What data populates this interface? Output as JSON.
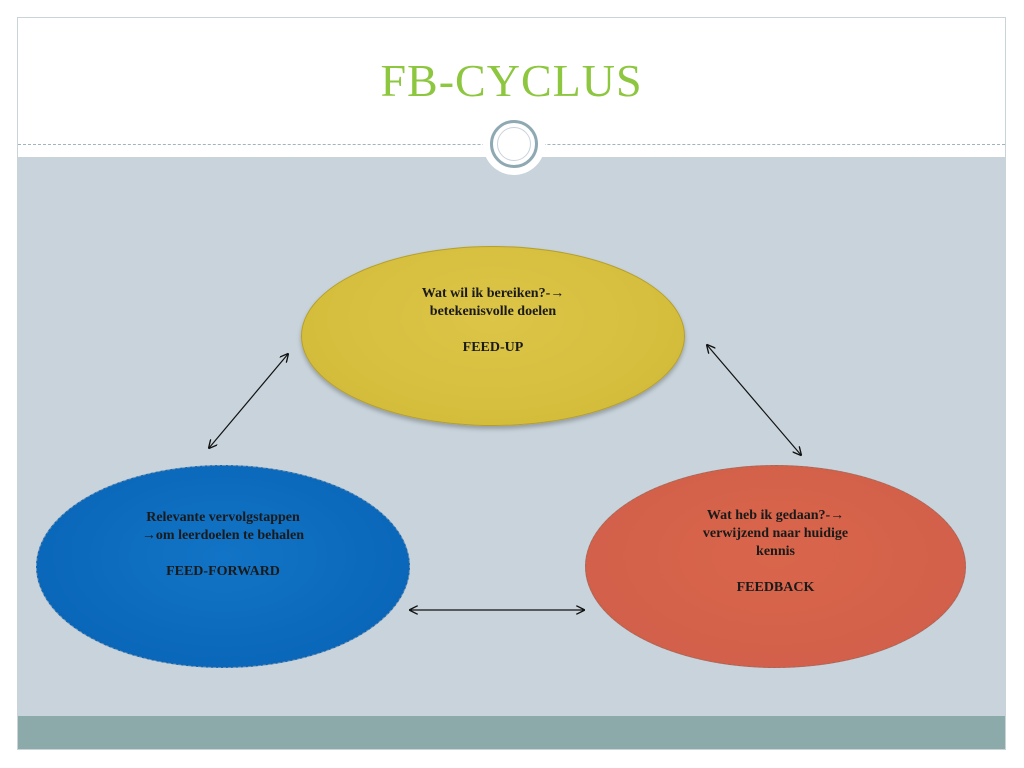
{
  "slide": {
    "title": "FB-CYCLUS",
    "title_color": "#8dc63f",
    "content_bg": "#c8d3db",
    "footer_bg": "#8daaaa"
  },
  "nodes": {
    "feed_up": {
      "line1": "Wat wil ik bereiken?-→",
      "line2": "betekenisvolle doelen",
      "label": "FEED-UP",
      "color": "#d5bd3c"
    },
    "feed_forward": {
      "line1": "Relevante vervolgstappen",
      "line2": "→om leerdoelen  te  behalen",
      "label": "FEED-FORWARD",
      "color": "#0a67b9"
    },
    "feedback": {
      "line1": "Wat heb ik gedaan?-→",
      "line2": "verwijzend naar huidige",
      "line3": "kennis",
      "label": "FEEDBACK",
      "color": "#d2604a"
    }
  },
  "connections": [
    {
      "from": "feed_forward",
      "to": "feed_up",
      "type": "bidirectional"
    },
    {
      "from": "feed_up",
      "to": "feedback",
      "type": "bidirectional"
    },
    {
      "from": "feed_forward",
      "to": "feedback",
      "type": "bidirectional"
    }
  ]
}
